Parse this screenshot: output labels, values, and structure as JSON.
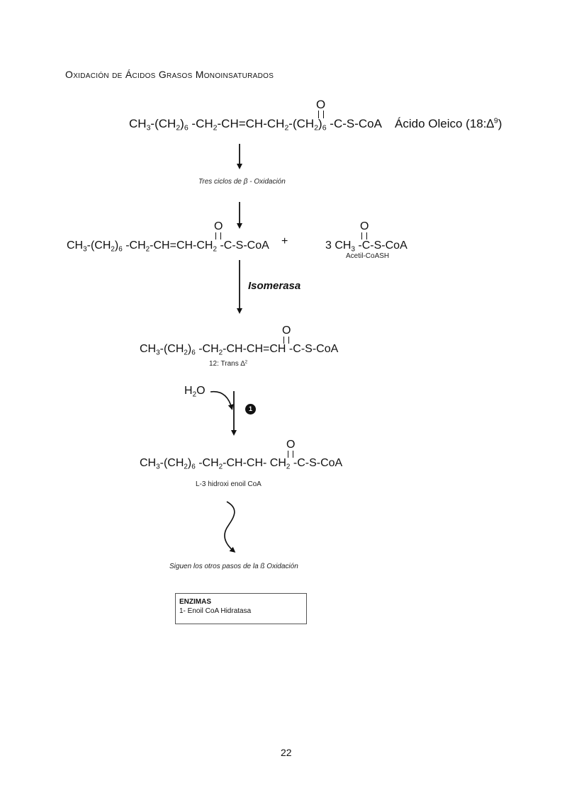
{
  "title": {
    "o": "O",
    "rest1": "xidación de ",
    "a": "Á",
    "rest2": "cidos ",
    "g": "G",
    "rest3": "rasos ",
    "m": "M",
    "rest4": "onoinsaturados"
  },
  "oleic": {
    "p1": "CH",
    "s1": "3",
    "p2": "-(CH",
    "s2": "2",
    "p3": ")",
    "s3": "6",
    "p4": " -CH",
    "s4": "2",
    "p5": "-CH=CH-CH",
    "s5": "2",
    "p6": "-(CH",
    "s6": "2",
    "p7": ")",
    "s7": "6",
    "p8": " -C-S-CoA",
    "oxygen": "O",
    "name": "Ácido Oleico (18:∆",
    "name_sup": "9",
    "name_end": ")"
  },
  "step1_label": "Tres ciclos de β - Oxidación",
  "product1": {
    "p1": "CH",
    "s1": "3",
    "p2": "-(CH",
    "s2": "2",
    "p3": ")",
    "s3": "6",
    "p4": " -CH",
    "s4": "2",
    "p5": "-CH=CH-CH",
    "s5": "2",
    "p6": " -C-S-CoA",
    "oxygen": "O"
  },
  "plus": "+",
  "acetyl": {
    "p1": "3 CH",
    "s1": "3",
    "p2": " -C-S-CoA",
    "oxygen": "O",
    "label": "Acetil-CoASH"
  },
  "isomerasa": "Isomerasa",
  "product2": {
    "p1": "CH",
    "s1": "3",
    "p2": "-(CH",
    "s2": "2",
    "p3": ")",
    "s3": "6",
    "p4": " -CH",
    "s4": "2",
    "p5": "-CH-CH=CH -C-S-CoA",
    "oxygen": "O",
    "label": "12: Trans ∆",
    "label_sup": "2"
  },
  "water": {
    "p1": "H",
    "s1": "2",
    "p2": "O"
  },
  "step_badge": "1",
  "product3": {
    "p1": "CH",
    "s1": "3",
    "p2": "-(CH",
    "s2": "2",
    "p3": ")",
    "s3": "6",
    "p4": " -CH",
    "s4": "2",
    "p5": "-CH-CH- CH",
    "s5": "2",
    "p6": " -C-S-CoA",
    "oxygen": "O",
    "label": "L-3 hidroxi enoil CoA"
  },
  "final_label": "Siguen los otros pasos de la ß Oxidación",
  "enzymes": {
    "heading": "ENZIMAS",
    "item1": "1- Enoil CoA Hidratasa"
  },
  "page_number": "22"
}
